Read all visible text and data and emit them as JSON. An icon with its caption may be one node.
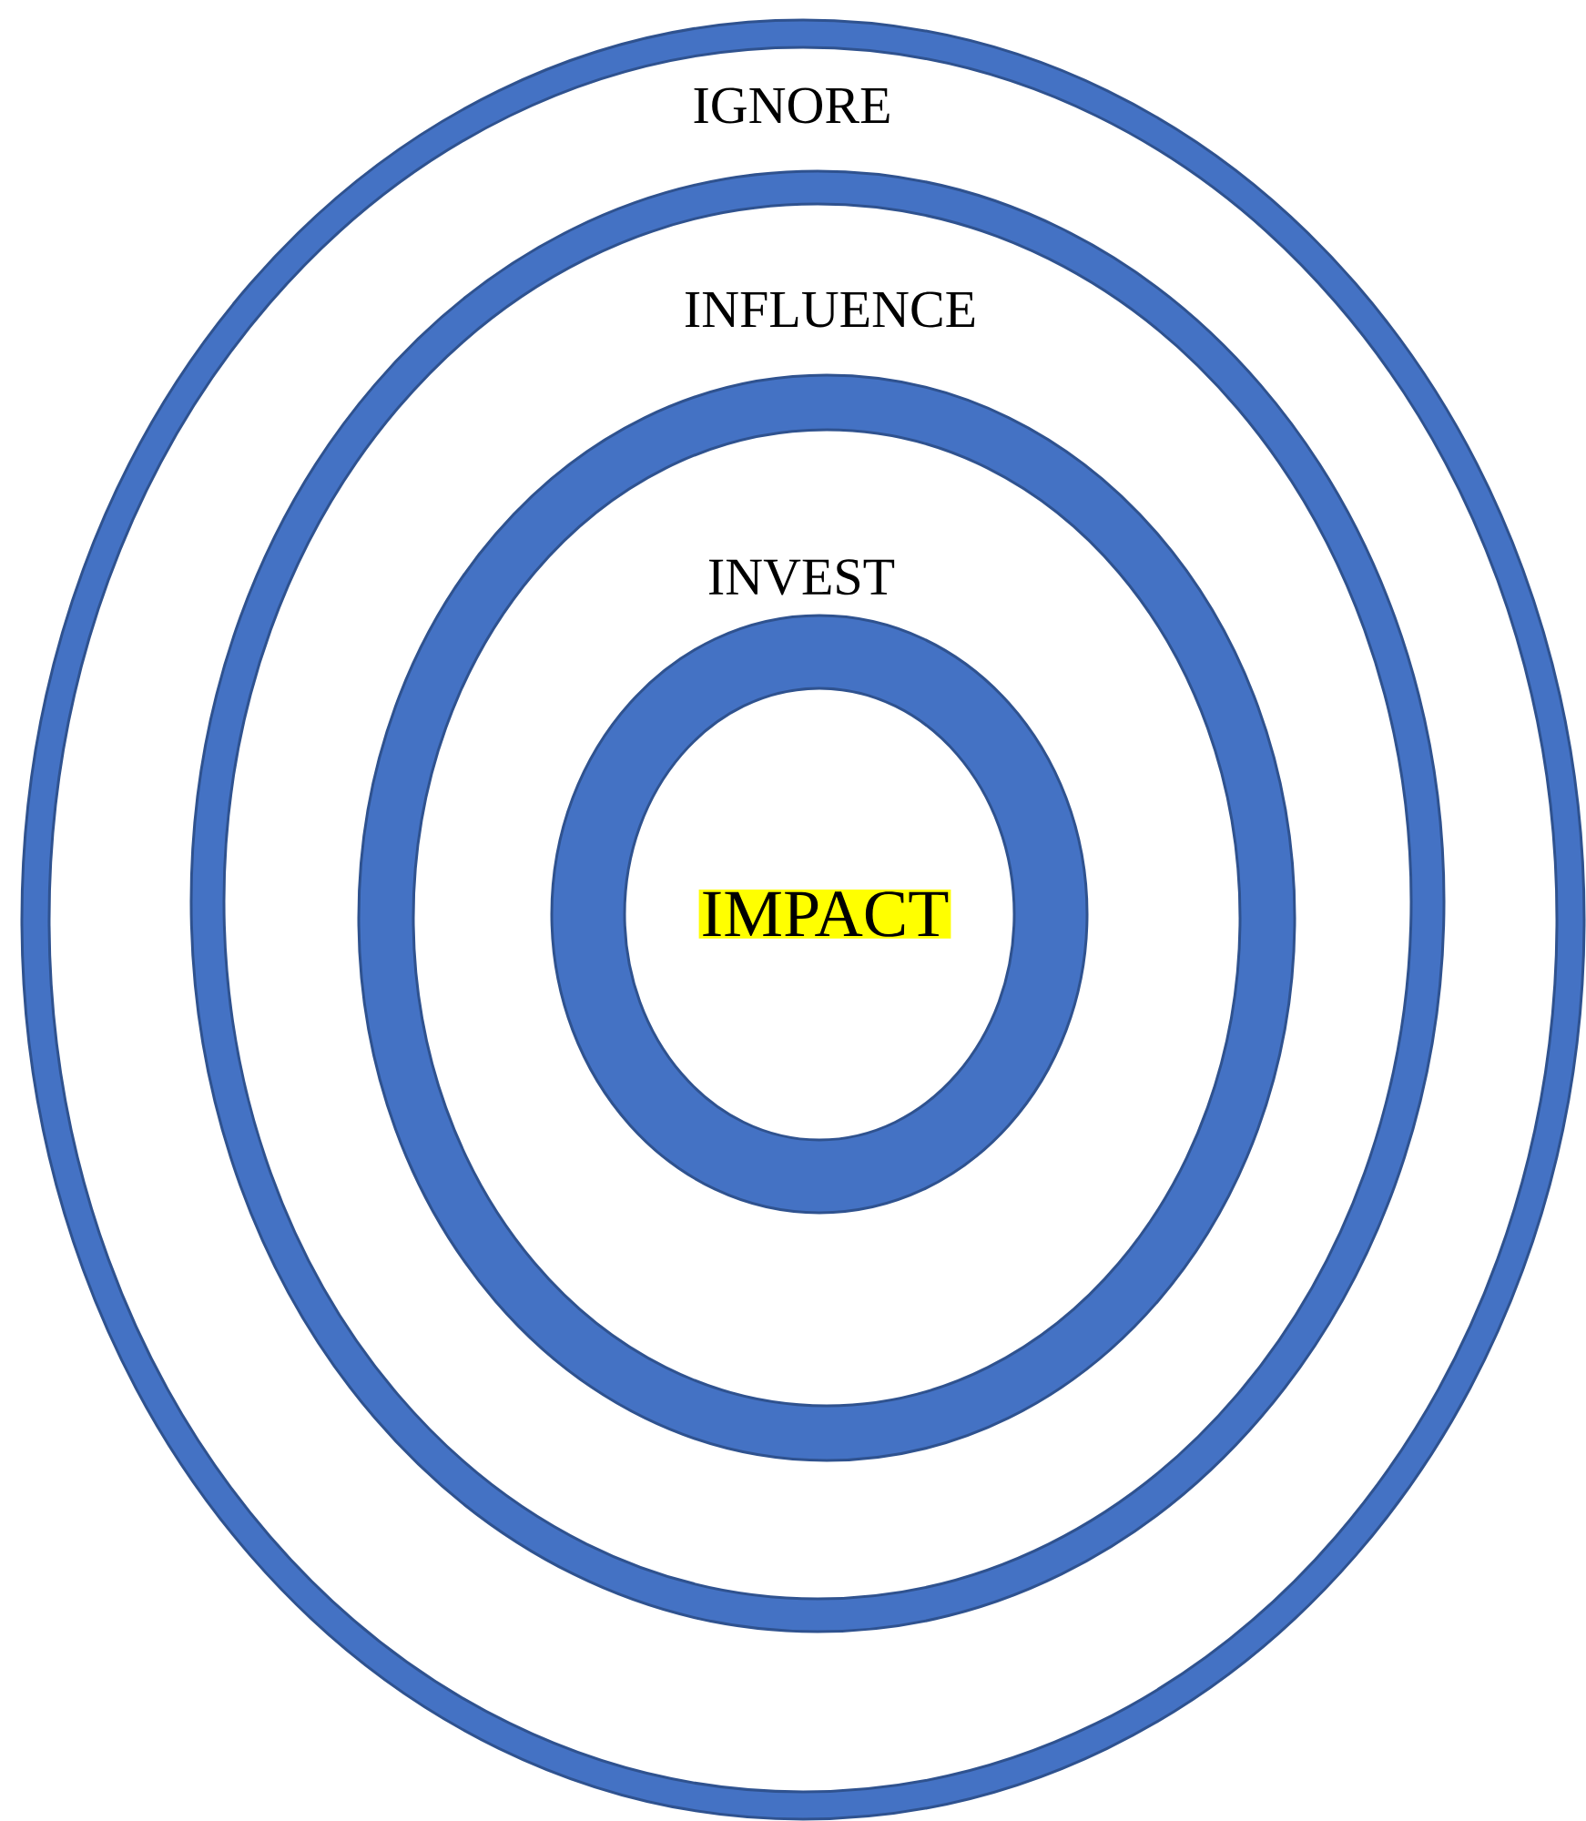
{
  "diagram": {
    "nodes": [
      {
        "text": [
          "IGNORE"
        ]
      },
      {
        "text": [
          "INFLUENCE"
        ],
        "in": 0
      },
      {
        "text": [
          "INVEST"
        ],
        "in": 1
      },
      {
        "text": [
          "IMPACT"
        ],
        "in": 2
      }
    ]
  }
}
